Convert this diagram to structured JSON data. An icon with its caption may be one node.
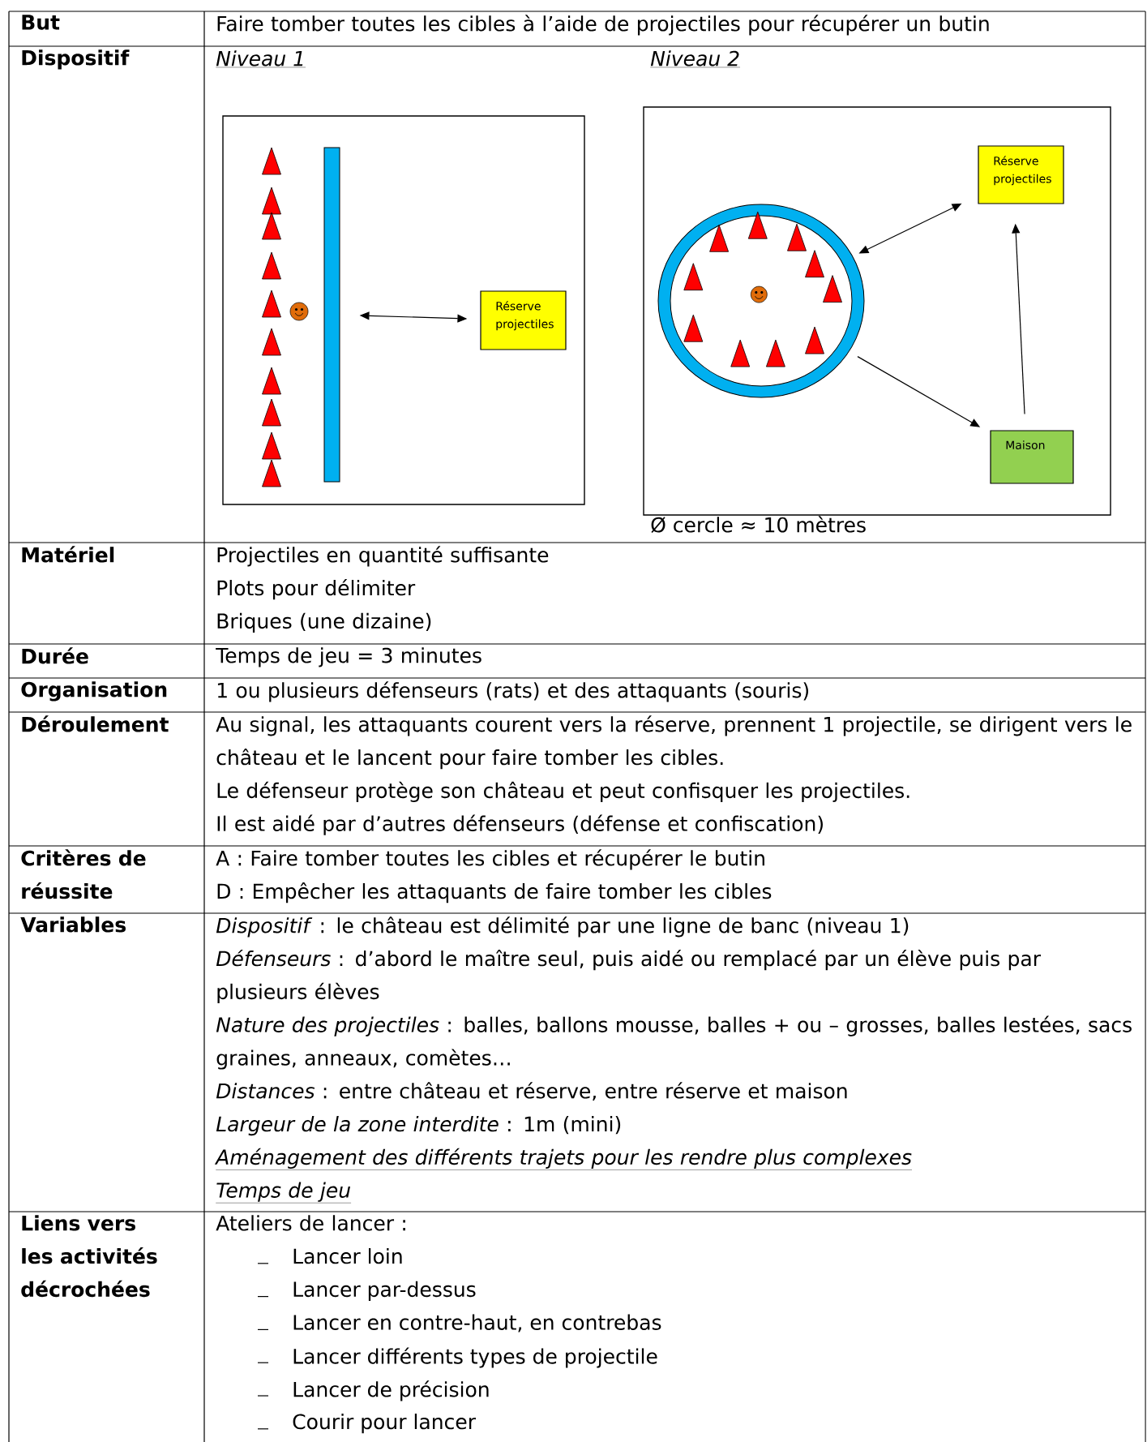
{
  "diagram": {
    "nodes": [
      {
        "text": [
          "Niveau 1"
        ]
      },
      {
        "text": [],
        "shape": "bar",
        "in": 0
      },
      {
        "text": [
          "Réserve projectiles"
        ],
        "in": 0
      },
      {
        "text": [
          "Niveau 2"
        ],
        "beside": [
          "Ø cercle ≈ 10 mètres"
        ]
      },
      {
        "text": [],
        "shape": "circle",
        "in": 3
      },
      {
        "text": [
          "Réserve projectiles"
        ],
        "in": 3
      },
      {
        "text": [
          "Maison"
        ],
        "in": 3
      }
    ],
    "edges": [
      {
        "from": 1,
        "to": 2,
        "arrow": "both"
      },
      {
        "from": 4,
        "to": 5,
        "arrow": "both"
      },
      {
        "from": 4,
        "to": 6,
        "arrow": "to"
      },
      {
        "from": 6,
        "to": 5,
        "arrow": "to"
      }
    ],
    "labels": [
      "But",
      "Faire tomber toutes les cibles à l’aide de projectiles pour récupérer un butin",
      "Dispositif",
      "Matériel",
      "Projectiles en quantité suffisante",
      "Plots pour délimiter",
      "Briques (une dizaine)",
      "Durée",
      "Temps de jeu = 3 minutes",
      "Organisation",
      "1 ou plusieurs défenseurs (rats) et des attaquants (souris)",
      "Déroulement",
      "Au signal, les attaquants courent vers la réserve, prennent 1 projectile, se dirigent vers le château et le lancent pour faire tomber les cibles.",
      "Le défenseur protège son château et peut confisquer les projectiles.",
      "Il est aidé par d’autres défenseurs (défense et confiscation)",
      "Critères de réussite",
      "A : Faire tomber toutes les cibles et récupérer le butin",
      "D : Empêcher les attaquants de faire tomber les cibles",
      "Variables",
      "*Dispositif* : le château est délimité par une ligne de banc (niveau 1)",
      "*Défenseurs* : d’abord le maître seul, puis aidé ou remplacé par un élève puis par plusieurs élèves",
      "*Nature des projectiles* : balles, ballons mousse, balles + ou – grosses, balles lestées, sacs graines, anneaux, comètes…",
      "*Distances*  : entre château et réserve, entre réserve et maison",
      "*Largeur de la zone interdite* : 1m (mini)",
      "Aménagement des différents trajets pour les rendre plus complexes",
      "Temps de jeu",
      "Liens vers les activités décrochées",
      "Ateliers de lancer :",
      "Lancer loin",
      "Lancer par-dessus",
      "Lancer en contre-haut, en contrebas",
      "Lancer différents types de projectile",
      "Lancer de précision",
      "Courir pour lancer"
    ]
  }
}
